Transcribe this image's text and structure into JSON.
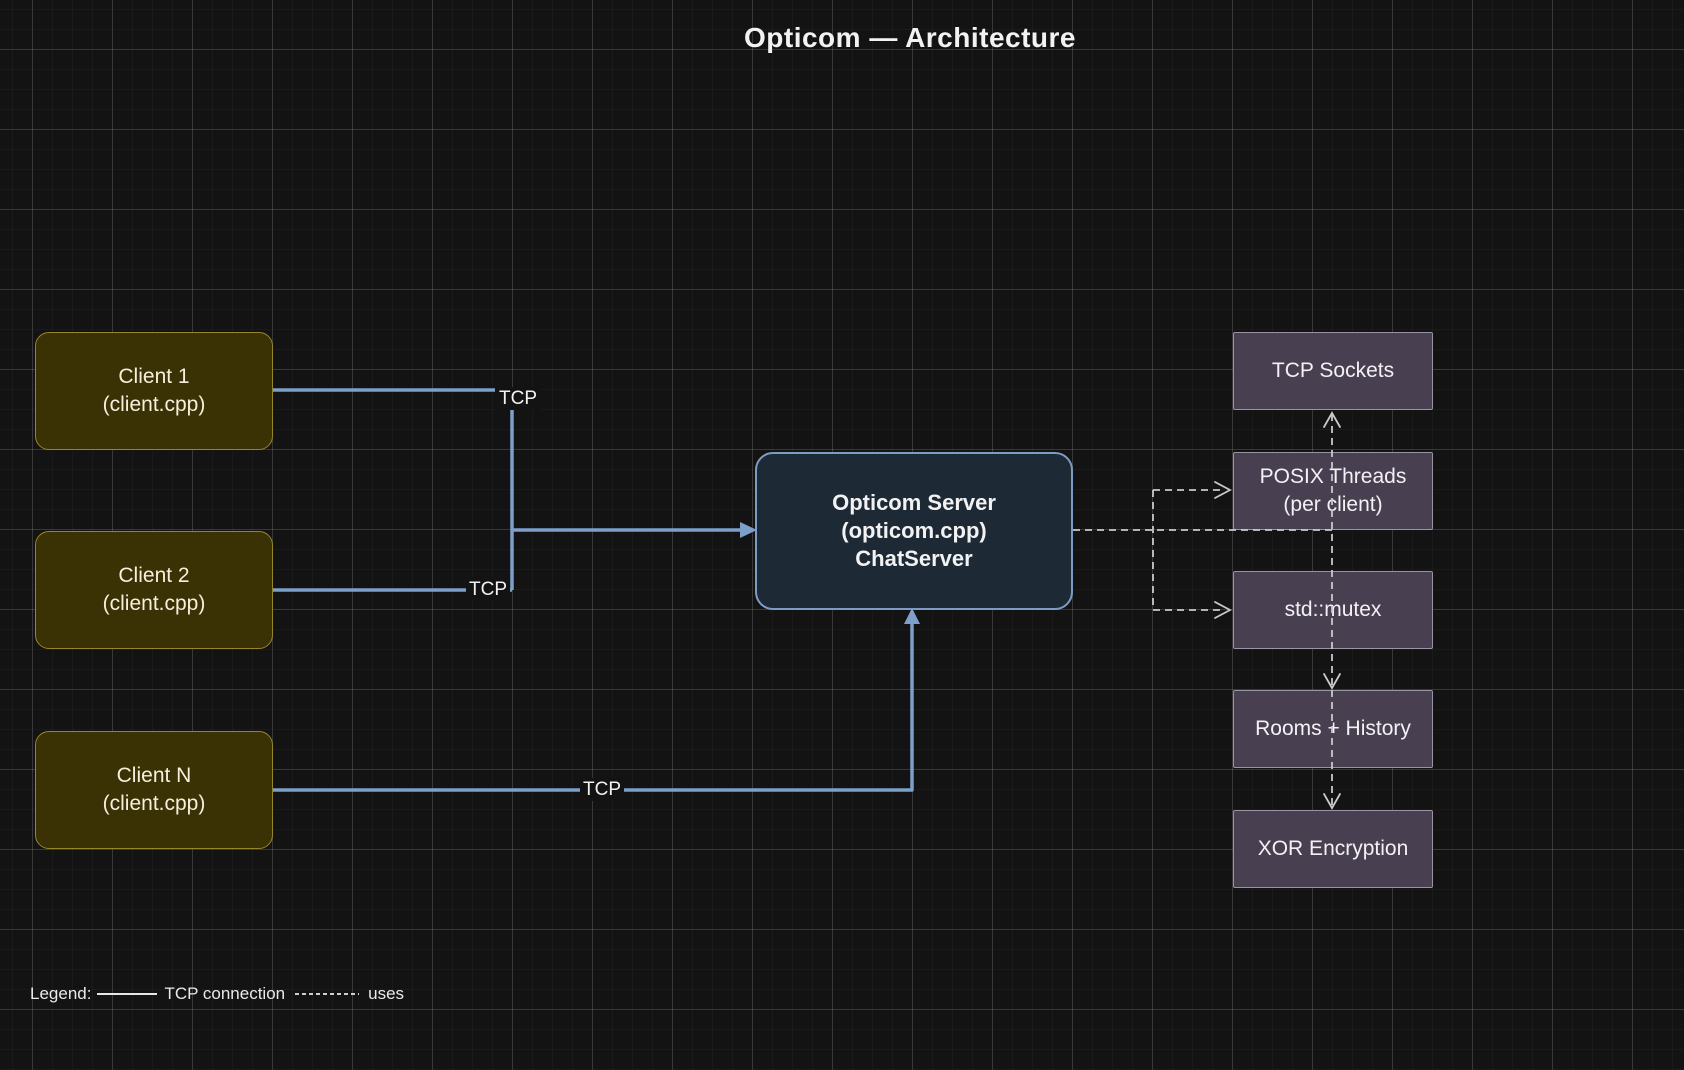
{
  "title": "Opticom — Architecture",
  "nodes": {
    "client1": {
      "title": "Client 1",
      "subtitle": "(client.cpp)"
    },
    "client2": {
      "title": "Client 2",
      "subtitle": "(client.cpp)"
    },
    "clientN": {
      "title": "Client N",
      "subtitle": "(client.cpp)"
    },
    "server": {
      "line1": "Opticom Server",
      "line2": "(opticom.cpp)",
      "line3": "ChatServer"
    },
    "tcp_sockets": {
      "title": "TCP Sockets"
    },
    "posix_threads": {
      "title": "POSIX Threads",
      "subtitle": "(per client)"
    },
    "std_mutex": {
      "title": "std::mutex"
    },
    "rooms_history": {
      "title": "Rooms + History"
    },
    "xor_encryption": {
      "title": "XOR Encryption"
    }
  },
  "edge_labels": {
    "client1_tcp": "TCP",
    "client2_tcp": "TCP",
    "clientN_tcp": "TCP"
  },
  "legend": {
    "label": "Legend:",
    "solid_label": "TCP connection",
    "dashed_label": "uses"
  },
  "colors": {
    "background": "#131313",
    "text": "#f2f2f2",
    "tcp_line": "#7d9fca",
    "uses_line": "#c9c9c9",
    "client_fill": "#3a3105",
    "client_border": "#96862a",
    "client_text": "#f6efdb",
    "server_fill": "#1e2936",
    "server_border": "#7e9cc3",
    "module_fill": "#484050",
    "module_border": "#9a93a1"
  }
}
